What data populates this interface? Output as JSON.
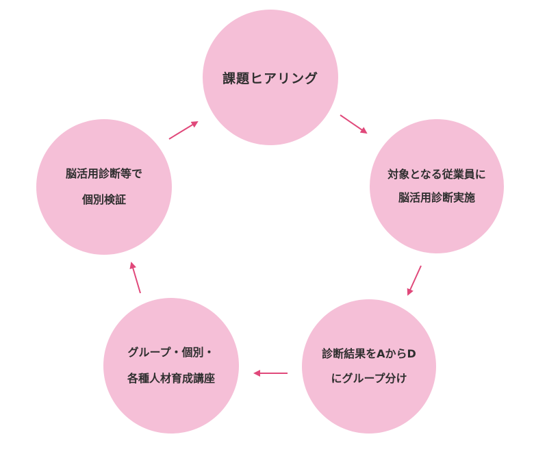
{
  "diagram": {
    "node_color": "#f5bfd7",
    "arrow_color": "#e0487a",
    "nodes": [
      {
        "lines": [
          "課題ヒアリング"
        ]
      },
      {
        "lines": [
          "対象となる従業員に",
          "脳活用診断実施"
        ]
      },
      {
        "lines": [
          "診断結果をAからD",
          "にグループ分け"
        ]
      },
      {
        "lines": [
          "グループ・個別・",
          "各種人材育成講座"
        ]
      },
      {
        "lines": [
          "脳活用診断等で",
          "個別検証"
        ]
      }
    ],
    "edges": [
      {
        "from": 0,
        "to": 1
      },
      {
        "from": 1,
        "to": 2
      },
      {
        "from": 2,
        "to": 3
      },
      {
        "from": 3,
        "to": 4
      },
      {
        "from": 4,
        "to": 0
      }
    ]
  }
}
